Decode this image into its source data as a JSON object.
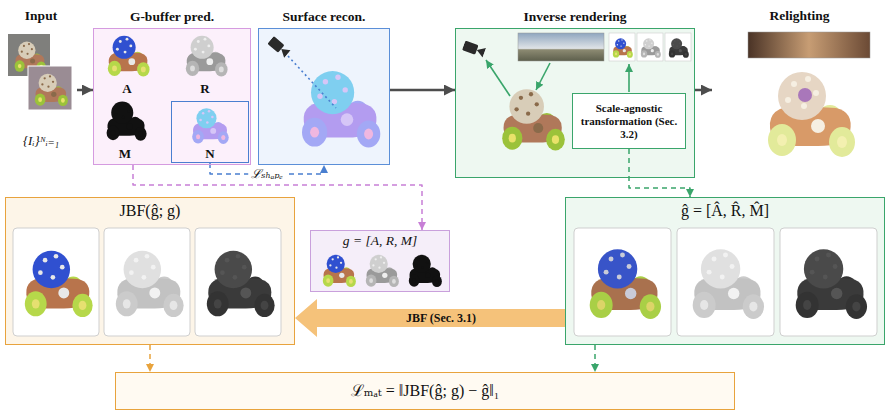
{
  "diagram": {
    "nodes": [
      {
        "text": [
          "Input",
          "{Iᵢ}ᴺᵢ₌₁"
        ]
      },
      {
        "text": [
          "G-buffer pred."
        ]
      },
      {
        "text": [
          "N"
        ],
        "in": 1
      },
      {
        "text": [
          "Surface recon."
        ]
      },
      {
        "text": [
          "Inverse rendering"
        ]
      },
      {
        "text": [
          "Scale-agnostic transformation (Sec. 3.2)"
        ],
        "in": 4
      },
      {
        "text": [
          "Relighting"
        ]
      },
      {
        "text": [
          "JBF(ĝ; g)"
        ]
      },
      {
        "text": [
          "g = [A, R, M]"
        ]
      },
      {
        "text": [
          "ĝ = [Â, R̂, M̂]"
        ]
      },
      {
        "text": [
          "ℒₘₐₜ = ‖JBF(ĝ; g) − ĝ‖₁"
        ]
      }
    ],
    "edges": [
      {
        "from": 0,
        "to": 1,
        "arrow": "to"
      },
      {
        "from": 2,
        "to": 3,
        "arrow": "to",
        "label": "ℒₛₕₐₚₑ"
      },
      {
        "from": 3,
        "to": 4,
        "arrow": "to"
      },
      {
        "from": 4,
        "to": 6,
        "arrow": "to"
      },
      {
        "from": 1,
        "to": 8,
        "arrow": "to"
      },
      {
        "from": 5,
        "to": 9,
        "arrow": "to"
      },
      {
        "from": 9,
        "to": 7,
        "arrow": "to",
        "label": "JBF (Sec. 3.1)"
      },
      {
        "from": 7,
        "to": 10,
        "arrow": "to"
      },
      {
        "from": 9,
        "to": 10,
        "arrow": "to"
      }
    ],
    "labels": [
      "A",
      "R",
      "M"
    ]
  }
}
